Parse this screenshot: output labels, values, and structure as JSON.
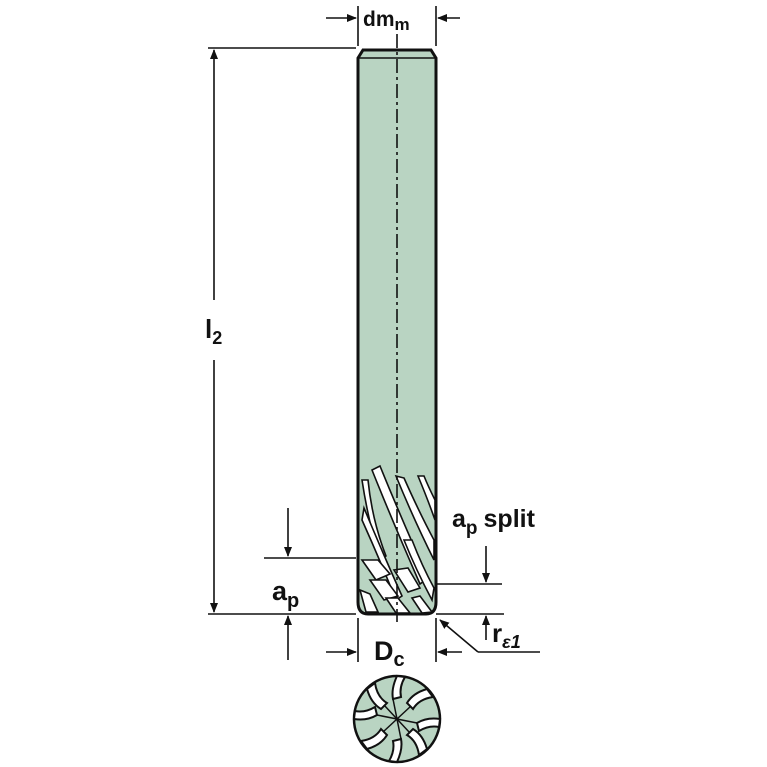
{
  "labels": {
    "dm_main": "dm",
    "dm_sub": "m",
    "l2_main": "l",
    "l2_sub": "2",
    "ap_main": "a",
    "ap_sub": "p",
    "ap_split_main": "a",
    "ap_split_sub": "p",
    "ap_split_suffix": "split",
    "dc_main": "D",
    "dc_sub": "c",
    "re_main": "r",
    "re_sub": "ε1"
  },
  "colors": {
    "tool_fill": "#b9d4c2",
    "tool_outline": "#111111",
    "flute_fill": "#ffffff",
    "line": "#111111"
  },
  "icons": {
    "tool": "end-mill-tool-icon",
    "cross_section": "end-mill-cross-section-icon"
  }
}
